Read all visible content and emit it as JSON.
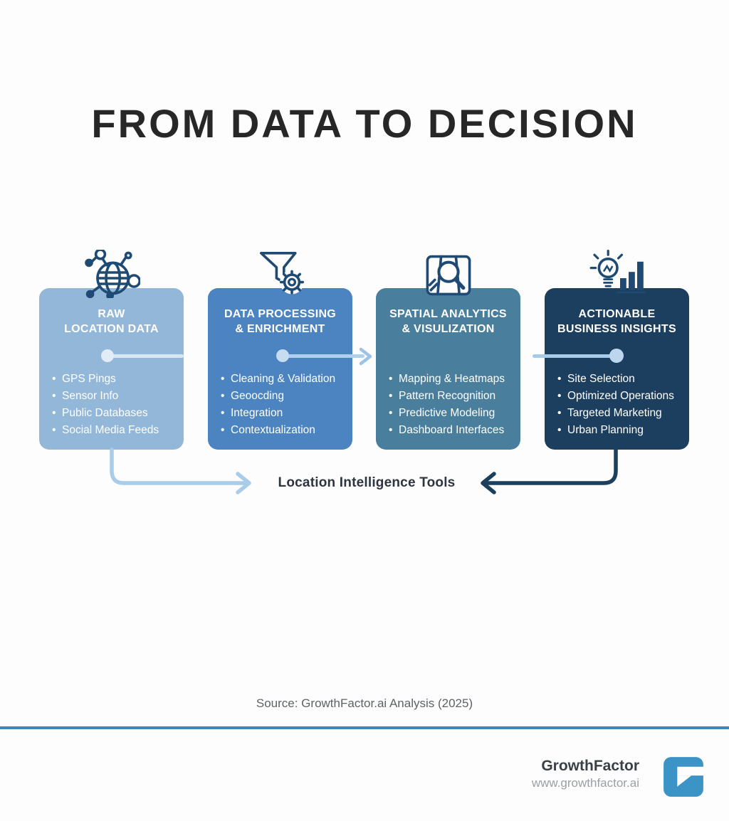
{
  "title": "FROM DATA TO DECISION",
  "stages": [
    {
      "title_line1": "RAW",
      "title_line2": "LOCATION DATA",
      "color": "#93b7d8",
      "icon": "network-globe-icon",
      "items": [
        "GPS Pings",
        "Sensor Info",
        "Public Databases",
        "Social Media Feeds"
      ]
    },
    {
      "title_line1": "DATA PROCESSING",
      "title_line2": "& ENRICHMENT",
      "color": "#4b84c0",
      "icon": "funnel-gear-icon",
      "items": [
        "Cleaning & Validation",
        "Geoocding",
        "Integration",
        "Contextualization"
      ]
    },
    {
      "title_line1": "SPATIAL ANALYTICS",
      "title_line2": "& VISULIZATION",
      "color": "#497f9c",
      "icon": "map-magnifier-icon",
      "items": [
        "Mapping & Heatmaps",
        "Pattern Recognition",
        "Predictive Modeling",
        "Dashboard Interfaces"
      ]
    },
    {
      "title_line1": "ACTIONABLE",
      "title_line2": "BUSINESS INSIGHTS",
      "color": "#1d3f5f",
      "icon": "bulb-chart-icon",
      "items": [
        "Site Selection",
        "Optimized Operations",
        "Targeted Marketing",
        "Urban Planning"
      ]
    }
  ],
  "flow_label": "Location Intelligence Tools",
  "source_note": "Source: GrowthFactor.ai Analysis (2025)",
  "footer": {
    "brand": "GrowthFactor",
    "website": "www.growthfactor.ai"
  },
  "colors": {
    "icon_stroke": "#1e4a73",
    "arrow_light": "#a9cce8",
    "arrow_dark": "#1d3f5e",
    "divider": "#4187b2",
    "logo_blue": "#3b93c6"
  }
}
